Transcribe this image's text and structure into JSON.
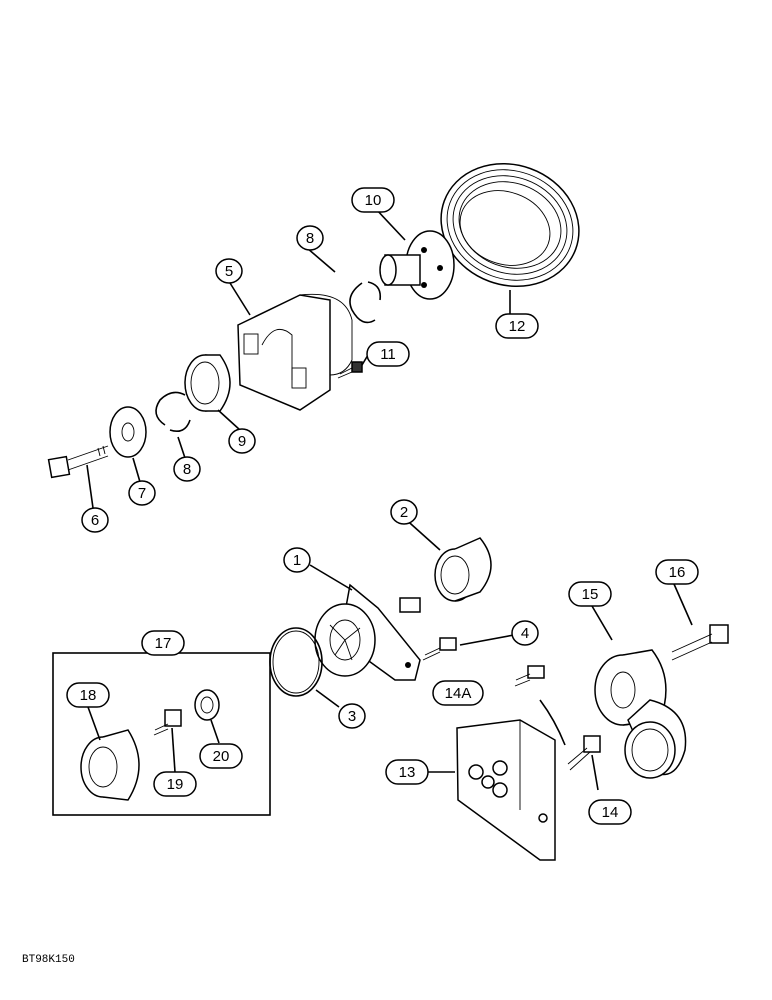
{
  "callouts": [
    {
      "id": "c1",
      "label": "1"
    },
    {
      "id": "c2",
      "label": "2"
    },
    {
      "id": "c3",
      "label": "3"
    },
    {
      "id": "c4",
      "label": "4"
    },
    {
      "id": "c5",
      "label": "5"
    },
    {
      "id": "c6",
      "label": "6"
    },
    {
      "id": "c7",
      "label": "7"
    },
    {
      "id": "c8a",
      "label": "8"
    },
    {
      "id": "c8b",
      "label": "8"
    },
    {
      "id": "c9",
      "label": "9"
    },
    {
      "id": "c10",
      "label": "10"
    },
    {
      "id": "c11",
      "label": "11"
    },
    {
      "id": "c12",
      "label": "12"
    },
    {
      "id": "c13",
      "label": "13"
    },
    {
      "id": "c14",
      "label": "14"
    },
    {
      "id": "c14a",
      "label": "14A"
    },
    {
      "id": "c15",
      "label": "15"
    },
    {
      "id": "c16",
      "label": "16"
    },
    {
      "id": "c17",
      "label": "17"
    },
    {
      "id": "c18",
      "label": "18"
    },
    {
      "id": "c19",
      "label": "19"
    },
    {
      "id": "c20",
      "label": "20"
    }
  ],
  "figure_ref": "BT98K150"
}
